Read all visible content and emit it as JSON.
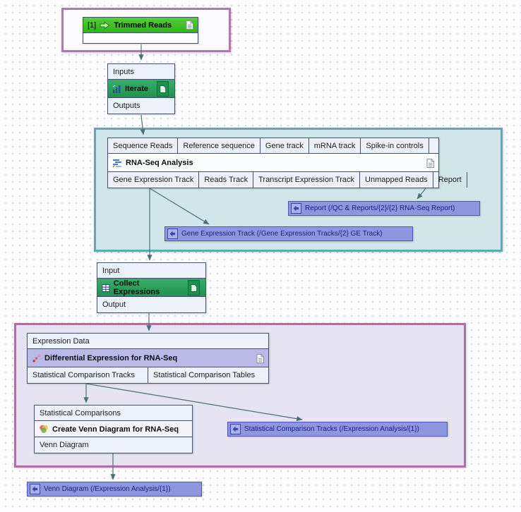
{
  "nodes": {
    "trimmed_reads": {
      "index": "[1]",
      "label": "Trimmed Reads"
    },
    "iterate": {
      "input": "Inputs",
      "label": "Iterate",
      "output": "Outputs"
    },
    "rna_seq": {
      "inputs": [
        "Sequence Reads",
        "Reference sequence",
        "Gene track",
        "mRNA track",
        "Spike-in controls"
      ],
      "label": "RNA-Seq Analysis",
      "outputs": [
        "Gene Expression Track",
        "Reads Track",
        "Transcript Expression Track",
        "Unmapped Reads",
        "Report"
      ]
    },
    "collect_expressions": {
      "input": "Input",
      "label": "Collect Expressions",
      "output": "Output"
    },
    "differential_expression": {
      "input": "Expression Data",
      "label": "Differential Expression for RNA-Seq",
      "outputs": [
        "Statistical Comparison Tracks",
        "Statistical Comparison Tables"
      ]
    },
    "create_venn": {
      "input": "Statistical Comparisons",
      "label": "Create Venn Diagram for RNA-Seq",
      "output": "Venn Diagram"
    }
  },
  "outputs": {
    "report": "Report (/QC & Reports/{2}/{2} RNA-Seq Report)",
    "ge_track": "Gene Expression Track (/Gene Expression Tracks/{2} GE Track)",
    "stat_tracks": "Statistical Comparison Tracks (/Expression Analysis/{1})",
    "venn": "Venn Diagram (/Expression Analysis/{1})"
  },
  "colors": {
    "input_green": "#3fbe27",
    "process_green": "#2f9e5c",
    "output_lavender": "#8d96de",
    "lavender_process": "#b9bae8",
    "teal_group_border": "#5aacb4",
    "purple_group_border": "#a972a5",
    "connector": "#4d7078"
  }
}
